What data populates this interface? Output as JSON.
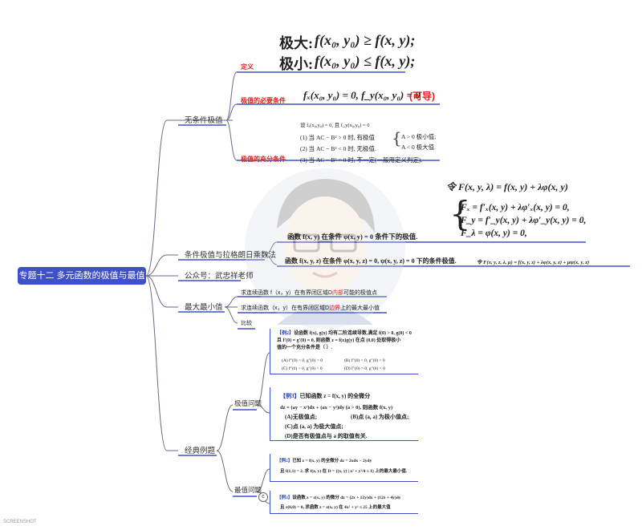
{
  "root": "专题十二 多元函数的极值与最值",
  "branches": {
    "uncond": "无条件极值",
    "cond": "条件极值与拉格朗日乘数法",
    "account": "公众号：武忠祥老师",
    "maxmin": "最大最小值",
    "examples": "经典例题"
  },
  "uncond": {
    "def_label": "定义",
    "def_max_word": "极大:",
    "def_max_formula": "f(x₀, y₀) ≥ f(x, y);",
    "def_min_word": "极小:",
    "def_min_formula": "f(x₀, y₀) ≤ f(x, y);",
    "nec_label": "极值的必要条件",
    "nec_formula": "fₓ(x₀, y₀) = 0, f_y(x₀, y₀) = 0",
    "nec_note": "(可导)",
    "suf_label": "极值的充分条件",
    "suf_line0": "设 fₓ(x₀,y₀) = 0, 且 f_y(x₀,y₀) = 0",
    "suf_line1": "(1) 当 AC − B² > 0 时, 有极值",
    "suf_line1_a": "A > 0  极小值;",
    "suf_line1_b": "A < 0  极大值.",
    "suf_line2": "(2) 当 AC − B² < 0 时, 无极值.",
    "suf_line3": "(3) 当 AC − B² = 0 时, 不一定(一般用定义判定)."
  },
  "cond": {
    "lagrange_title": "令  F(x, y, λ) = f(x, y) + λφ(x, y)",
    "eq1": "Fₓ = f′ₓ(x, y) + λφ′ₓ(x, y) = 0,",
    "eq2": "F_y = f′_y(x, y) + λφ′_y(x, y) = 0,",
    "eq3": "F_λ = φ(x, y) = 0,",
    "case1": "函数 f(x, y) 在条件 φ(x, y) = 0 条件下的极值.",
    "case2": "函数 f(x, y, z) 在条件 φ(x, y, z) = 0, ψ(x, y, z) = 0 下的条件极值.",
    "case2_formula": "令   F(x, y, z, λ, μ) = f(x, y, z) + λφ(x, y, z) + μψ(x, y, z)"
  },
  "maxmin": {
    "item1_pre": "求连续函数 f（x，y）在有界闭区域D",
    "item1_hl": "内部",
    "item1_post": "可能的极值点",
    "item2_pre": "求连续函数（x，y）在有界闭区域D",
    "item2_hl": "边界",
    "item2_post": "上的最大最小值",
    "item3": "比较"
  },
  "examples": {
    "extreme_label": "极值问题",
    "max_label": "最值问题",
    "ex2_tag": "【例2】",
    "ex2_l1": "设函数 f(x), g(x) 均有二阶连续导数,满足 f(0) > 0, g(0) < 0",
    "ex2_l2": "且 f′(0) = g′(0) = 0, 则函数 z = f(x)g(y) 在点 (0,0) 处取得极小",
    "ex2_l3": "值的一个充分条件是（ ）.",
    "ex2_A": "(A)   f″(0) < 0, g″(0) > 0",
    "ex2_B": "(B)   f″(0) < 0, g″(0) < 0",
    "ex2_C": "(C)   f″(0) > 0, g″(0) > 0",
    "ex2_D": "(D)   f″(0) > 0, g″(0) < 0",
    "ex3_tag": "【例3】",
    "ex3_l1": "已知函数 z = f(x, y) 的全微分",
    "ex3_l2": "dz = (ay − x²)dx + (ax − y²)dy (a > 0),  则函数  f(x, y)",
    "ex3_A": "(A)无极值点;",
    "ex3_B": "(B)点 (a, a) 为极小值点;",
    "ex3_C": "(C)点 (a, a) 为极大值点;",
    "ex3_D": "(D)是否有极值点与 a 的取值有关.",
    "ex4_tag": "【例2】",
    "ex4_l1": "已知 z = f(x, y) 的全微分 dz = 2xdx − 2ydy",
    "ex4_l2": "且 f(1,1) = 2. 求 f(x, y) 在 D = {(x, y) | x² + y²/4 ≤ 1} 上的最大最小值.",
    "ex5_tag": "【例3】",
    "ex5_l1": "设函数 z = z(x, y) 的微分 dz = (2x + 12y)dx + (12x + 4y)dy",
    "ex5_l2": "且 z(0,0) = 0, 求函数 z = z(x, y) 在 4x² + y² ≤ 25 上的最大值",
    "collapse": "c"
  },
  "footer": "SCREENSHOT"
}
